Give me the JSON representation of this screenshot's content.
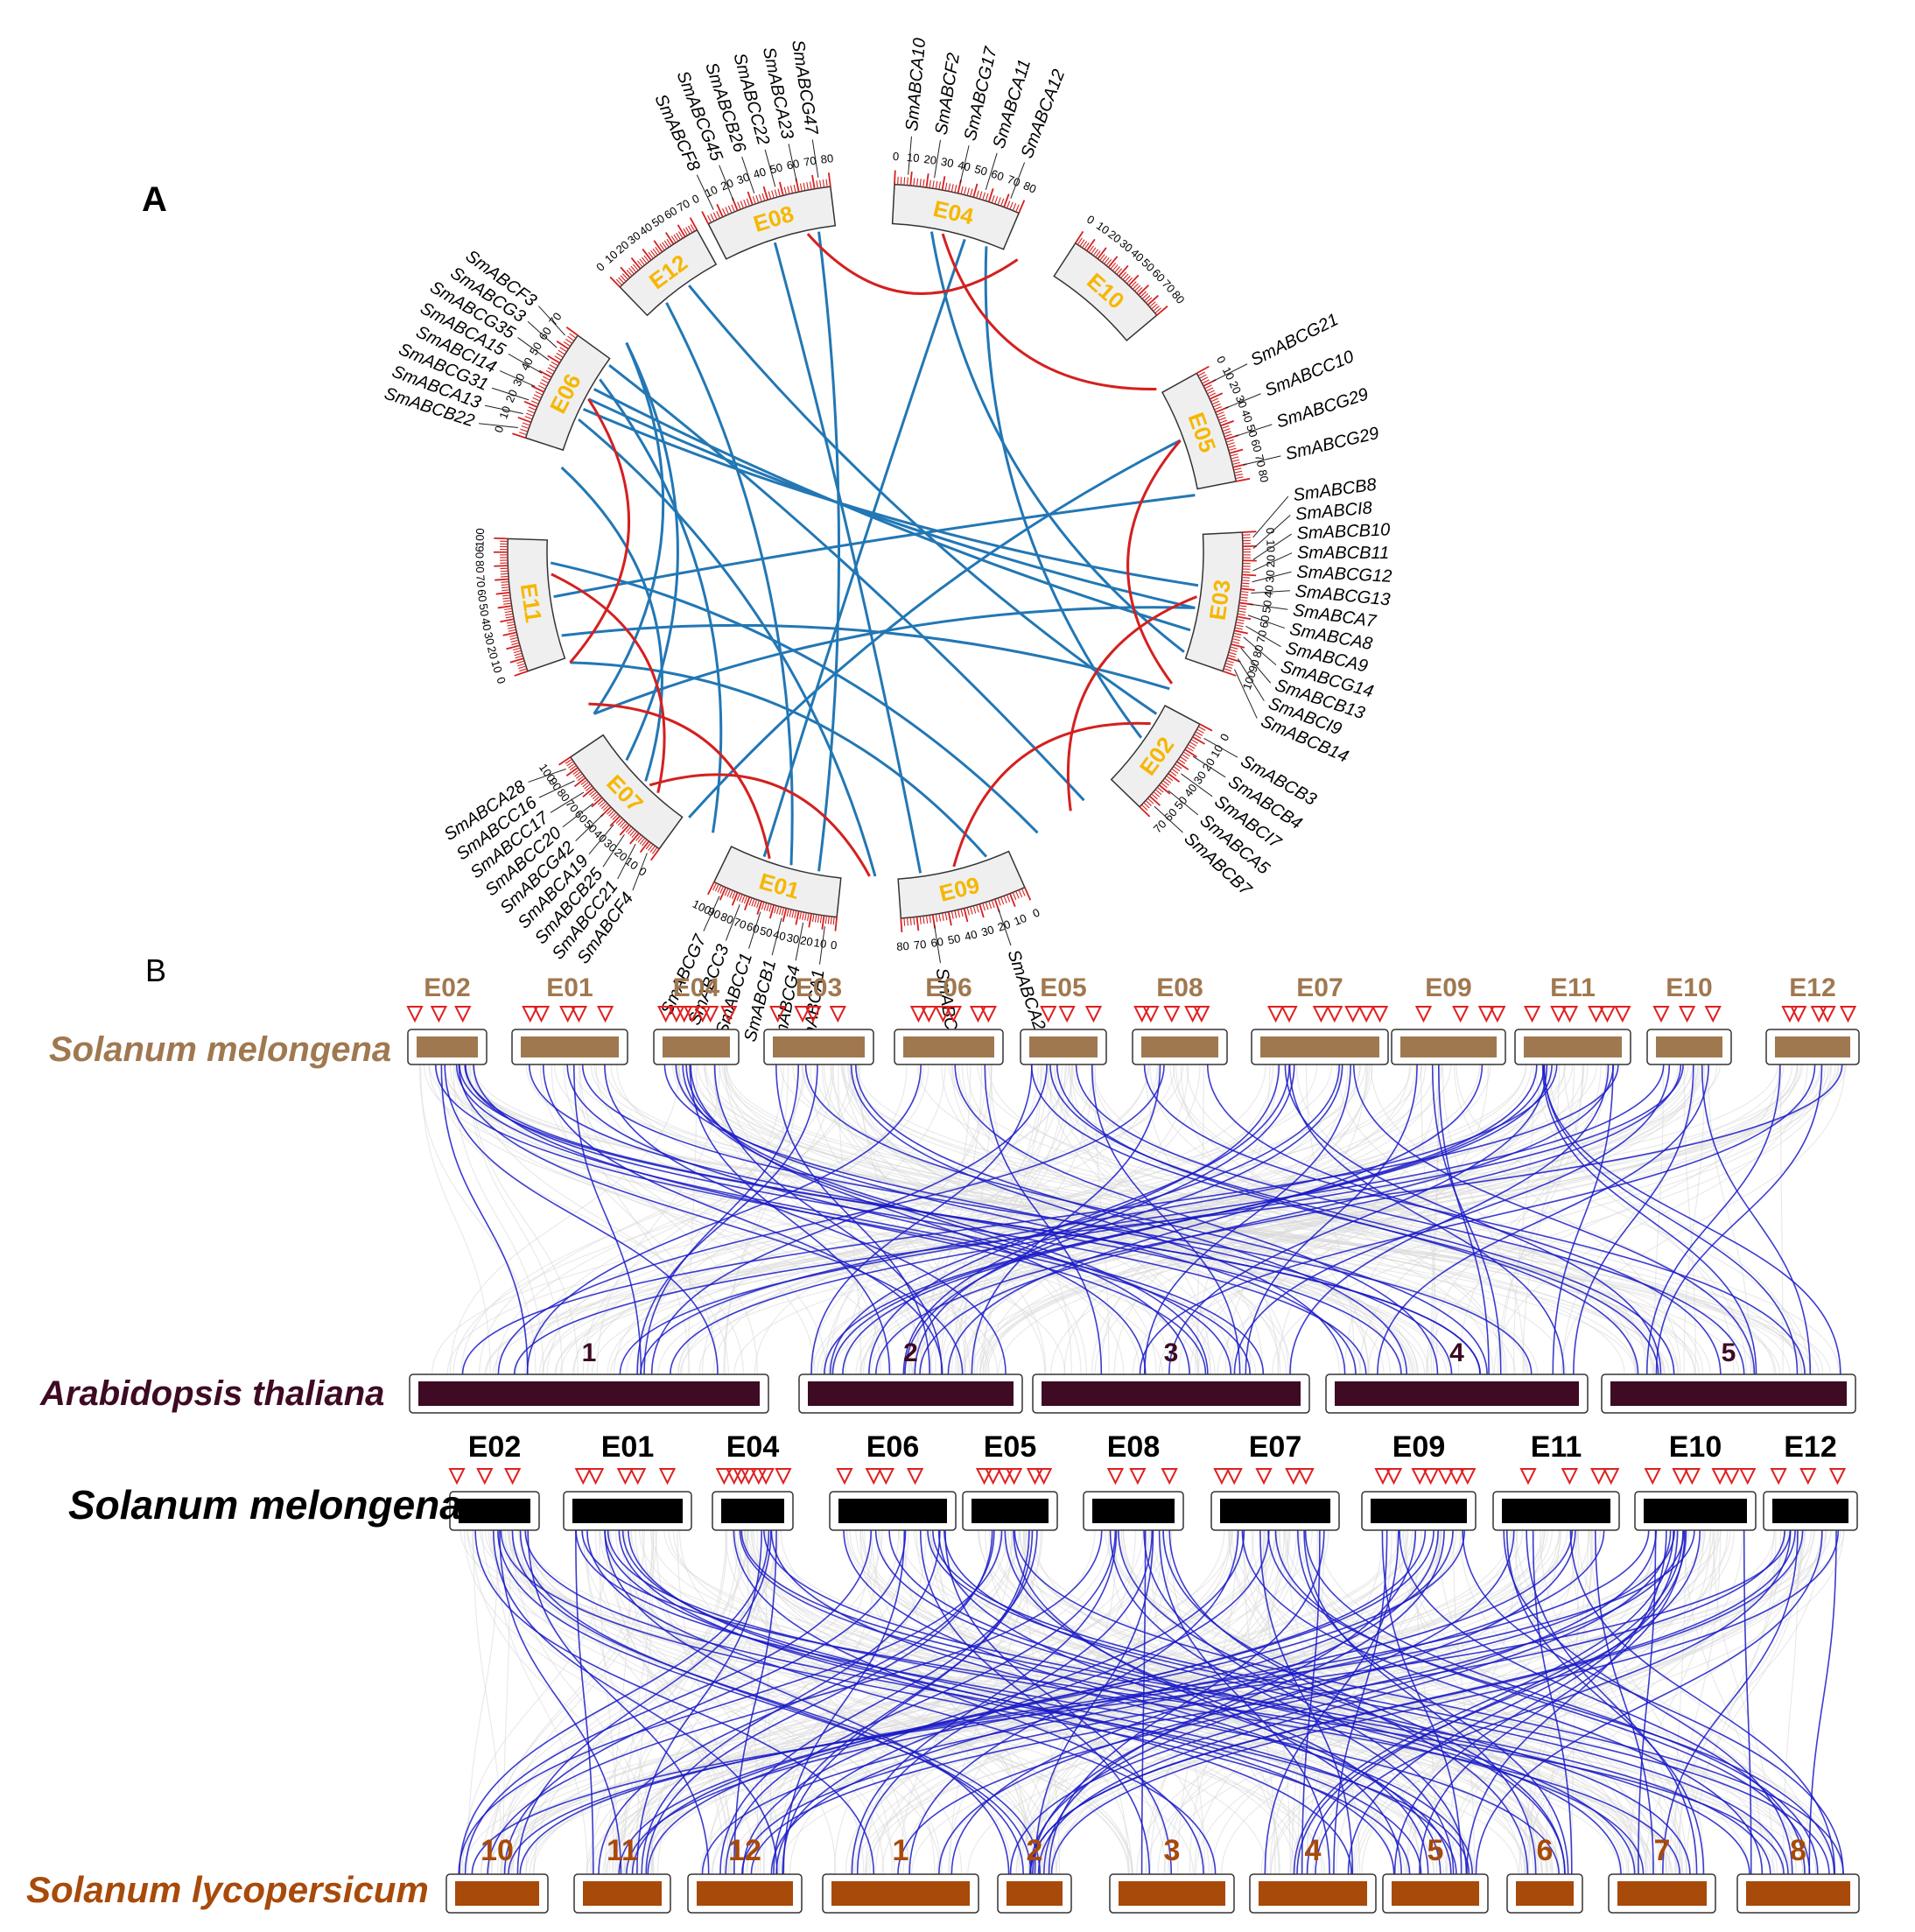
{
  "panel_a": {
    "label": "A",
    "chromosomes": [
      {
        "name": "E08",
        "ticks": [
          "0",
          "10",
          "20",
          "30",
          "40",
          "50",
          "60",
          "70",
          "80"
        ]
      },
      {
        "name": "E04",
        "ticks": [
          "0",
          "10",
          "20",
          "30",
          "40",
          "50",
          "60",
          "70",
          "80"
        ]
      },
      {
        "name": "E10",
        "ticks": [
          "0",
          "10",
          "20",
          "30",
          "40",
          "50",
          "60",
          "70",
          "80"
        ]
      },
      {
        "name": "E05",
        "ticks": [
          "0",
          "10",
          "20",
          "30",
          "40",
          "50",
          "60",
          "70",
          "80"
        ]
      },
      {
        "name": "E03",
        "ticks": [
          "0",
          "10",
          "20",
          "30",
          "40",
          "50",
          "60",
          "70",
          "80",
          "90",
          "100"
        ]
      },
      {
        "name": "E02",
        "ticks": [
          "0",
          "10",
          "20",
          "30",
          "40",
          "50",
          "60",
          "70"
        ]
      },
      {
        "name": "E09",
        "ticks": [
          "0",
          "10",
          "20",
          "30",
          "40",
          "50",
          "60",
          "70",
          "80"
        ]
      },
      {
        "name": "E01",
        "ticks": [
          "0",
          "10",
          "20",
          "30",
          "40",
          "50",
          "60",
          "70",
          "80",
          "90",
          "100"
        ]
      },
      {
        "name": "E07",
        "ticks": [
          "0",
          "10",
          "20",
          "30",
          "40",
          "50",
          "60",
          "70",
          "80",
          "90",
          "100"
        ]
      },
      {
        "name": "E11",
        "ticks": [
          "0",
          "10",
          "20",
          "30",
          "40",
          "50",
          "60",
          "70",
          "80",
          "90",
          "100"
        ]
      },
      {
        "name": "E06",
        "ticks": [
          "0",
          "10",
          "20",
          "30",
          "40",
          "50",
          "60",
          "70"
        ]
      },
      {
        "name": "E12",
        "ticks": [
          "0",
          "10",
          "20",
          "30",
          "40",
          "50",
          "60",
          "70"
        ]
      }
    ],
    "genes": {
      "E08": [
        "SmABCF8",
        "SmABCG45",
        "SmABCB26",
        "SmABCC22",
        "SmABCA23",
        "SmABCG47"
      ],
      "E04": [
        "SmABCA10",
        "SmABCF2",
        "SmABCG17",
        "SmABCA11",
        "SmABCA12"
      ],
      "E05": [
        "SmABCG21",
        "SmABCC10",
        "SmABCG29",
        "SmABCG29"
      ],
      "E03": [
        "SmABCB8",
        "SmABCI8",
        "SmABCB10",
        "SmABCB11",
        "SmABCG12",
        "SmABCG13",
        "SmABCA7",
        "SmABCA8",
        "SmABCA9",
        "SmABCG14",
        "SmABCB13",
        "SmABCI9",
        "SmABCB14"
      ],
      "E02": [
        "SmABCB3",
        "SmABCB4",
        "SmABCI7",
        "SmABCA5",
        "SmABCB7"
      ],
      "E09": [
        "SmABCA24",
        "SmABCA25"
      ],
      "E01": [
        "SmABCA1",
        "SmABCG4",
        "SmABCB1",
        "SmABCC1",
        "SmABCC3",
        "SmABCG7"
      ],
      "E07": [
        "SmABCF4",
        "SmABCC21",
        "SmABCB25",
        "SmABCA19",
        "SmABCG42",
        "SmABCC20",
        "SmABCC17",
        "SmABCC16",
        "SmABCA28"
      ],
      "E06": [
        "SmABCB22",
        "SmABCA13",
        "SmABCG31",
        "SmABCI14",
        "SmABCA15",
        "SmABCG35",
        "SmABCG3",
        "SmABCF3"
      ]
    },
    "colors": {
      "tandem": "#D42020",
      "segmental": "#2277B4",
      "chr_fill": "#EFEFEF",
      "tick": "#D42020",
      "chr_label": "#F5B700"
    }
  },
  "panel_b": {
    "label": "B",
    "top": {
      "species_1": "Solanum melongena",
      "species_2": "Arabidopsis thaliana",
      "chr_1": [
        "E02",
        "E01",
        "E04",
        "E03",
        "E06",
        "E05",
        "E08",
        "E07",
        "E09",
        "E11",
        "E10",
        "E12"
      ],
      "chr_2": [
        "1",
        "2",
        "3",
        "4",
        "5"
      ]
    },
    "bottom": {
      "species_1": "Solanum melongena",
      "species_2": "Solanum lycopersicum",
      "chr_1": [
        "E02",
        "E01",
        "E04",
        "E06",
        "E05",
        "E08",
        "E07",
        "E09",
        "E11",
        "E10",
        "E12"
      ],
      "chr_2": [
        "10",
        "11",
        "12",
        "1",
        "2",
        "3",
        "4",
        "5",
        "6",
        "7",
        "8"
      ]
    },
    "colors": {
      "melongena_top": "#A07850",
      "arabidopsis": "#3E0A24",
      "melongena_bottom": "#000000",
      "lycopersicum": "#A84A0A",
      "gene_marker": "#E02020",
      "syntenic_link": "#1A1AC8",
      "background_link": "#D8D8D8"
    }
  }
}
